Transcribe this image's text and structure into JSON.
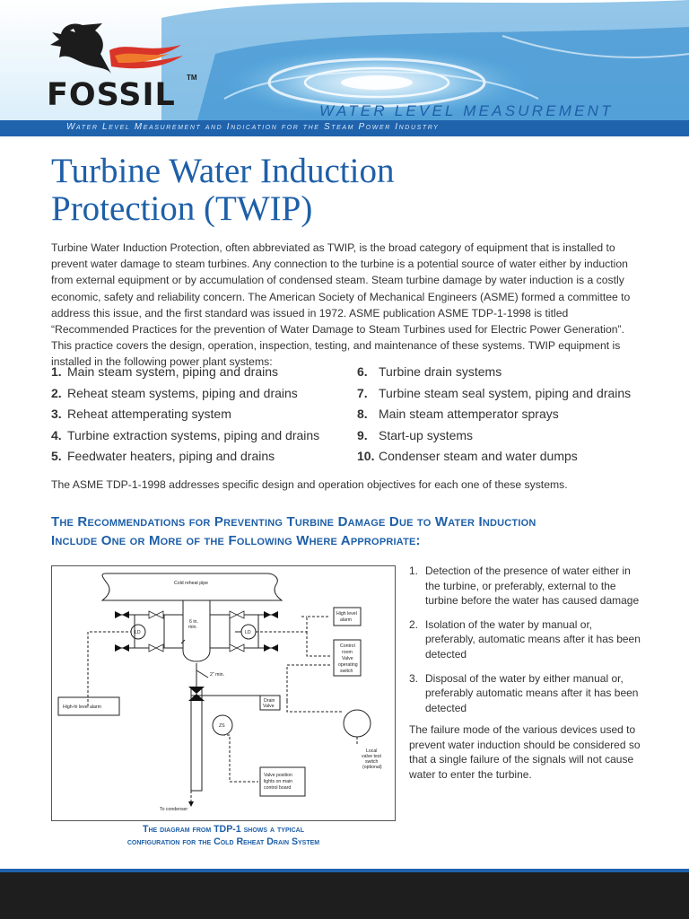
{
  "header": {
    "brand": "FOSSIL",
    "trademark": "TM",
    "product_line": "WATER LEVEL MEASUREMENT",
    "tagline": "Water Level Measurement and Indication for the Steam Power Industry"
  },
  "title": {
    "line1": "Turbine Water Induction",
    "line2": "Protection (TWIP)"
  },
  "intro": "Turbine Water Induction Protection, often abbreviated as TWIP, is the broad category of equipment that is installed to prevent water damage to steam turbines. Any connection to the turbine is a potential source of water either by induction from external equipment or by accumulation of condensed steam. Steam turbine damage by water induction is a costly economic, safety and reliability concern. The American Society of Mechanical Engineers (ASME) formed a committee to address this issue, and the first standard was issued in 1972. ASME publication ASME TDP-1-1998 is titled “Recommended Practices for the prevention of Water Damage to Steam Turbines used for Electric Power Generation”. This practice covers the design, operation, inspection, testing, and maintenance of these systems. TWIP equipment is installed in the following power plant systems:",
  "systems": [
    {
      "num": "1.",
      "label": "Main steam system, piping and drains"
    },
    {
      "num": "2.",
      "label": "Reheat steam systems, piping and drains"
    },
    {
      "num": "3.",
      "label": "Reheat attemperating system"
    },
    {
      "num": "4.",
      "label": "Turbine extraction systems, piping and drains"
    },
    {
      "num": "5.",
      "label": "Feedwater heaters, piping and drains"
    },
    {
      "num": "6.",
      "label": "Turbine drain systems"
    },
    {
      "num": "7.",
      "label": "Turbine steam seal system, piping and drains"
    },
    {
      "num": "8.",
      "label": "Main steam attemperator sprays"
    },
    {
      "num": "9.",
      "label": "Start-up systems"
    },
    {
      "num": "10.",
      "label": "Condenser steam and water dumps"
    }
  ],
  "asme_note": "The ASME TDP-1-1998 addresses specific design and operation objectives for each one of these systems.",
  "rec_heading": {
    "line1": "The Recommendations for Preventing Turbine Damage Due to Water Induction",
    "line2": "Include One or More of the Following Where Appropriate:"
  },
  "diagram": {
    "cold_reheat_pipe": "Cold reheat pipe",
    "six_in_min_1": "6 in.",
    "six_in_min_2": "min.",
    "ld_left": "LD",
    "ld_right": "LD",
    "two_in_min": "2\" min.",
    "high_level_alarm_1": "High level",
    "high_level_alarm_2": "alarm",
    "control_room_1": "Control",
    "control_room_2": "room",
    "control_room_3": "Valve",
    "control_room_4": "operating",
    "control_room_5": "switch",
    "hi_hi_alarm": "High-hi level alarm",
    "drain_valve_1": "Drain",
    "drain_valve_2": "Valve",
    "zs": "ZS",
    "local_1": "Local",
    "local_2": "valve test",
    "local_3": "switch",
    "local_4": "(optional)",
    "valve_pos_1": "Valve position",
    "valve_pos_2": "lights on main",
    "valve_pos_3": "control board",
    "to_condenser": "To condenser"
  },
  "caption": {
    "line1": "The diagram from TDP-1 shows a typical",
    "line2": "configuration for the Cold Reheat Drain System"
  },
  "recommendations": [
    {
      "num": "1.",
      "text": "Detection of the presence of water either in the turbine, or preferably, external to the turbine before the water has caused damage"
    },
    {
      "num": "2.",
      "text": "Isolation of the water by manual or, preferably, automatic means after it has been detected"
    },
    {
      "num": "3.",
      "text": "Disposal of the water by either manual or, preferably automatic means after it has been detected"
    }
  ],
  "failure_mode": "The failure mode of the various devices used to prevent water induction should be considered so that a single failure of the signals will not cause water to enter the turbine.",
  "colors": {
    "brand_blue": "#1e5fa8",
    "band_blue": "#1f63ad",
    "footer": "#1e1e1e",
    "flame": "#d8342a"
  }
}
